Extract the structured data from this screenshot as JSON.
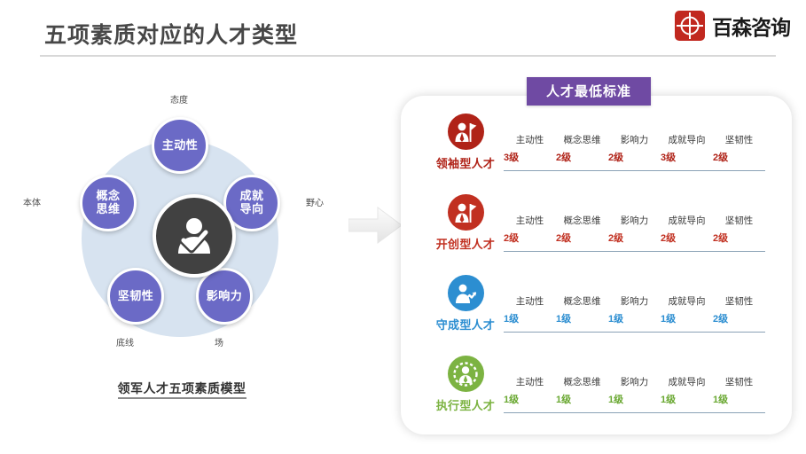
{
  "header": {
    "title": "五项素质对应的人才类型",
    "logo_text": "百森咨询",
    "logo_icon": "target-crosshair-icon"
  },
  "model": {
    "caption": "领军人才五项素质模型",
    "center_icon": "person-check-icon",
    "nodes": [
      {
        "id": "top",
        "label": "主动性",
        "axis": "态度"
      },
      {
        "id": "left",
        "label": "概念\n思维",
        "label_line1": "概念",
        "label_line2": "思维",
        "axis": "本体"
      },
      {
        "id": "right",
        "label": "成就\n导向",
        "label_line1": "成就",
        "label_line2": "导向",
        "axis": "野心"
      },
      {
        "id": "bottomleft",
        "label": "坚韧性",
        "axis": "底线"
      },
      {
        "id": "bottomright",
        "label": "影响力",
        "axis": "场"
      }
    ],
    "node_color": "#6b6ac6",
    "blob_color": "#d7e3f0",
    "center_color": "#414141"
  },
  "arrow": {
    "icon": "right-arrow-icon",
    "color": "#f0f0f0"
  },
  "standards": {
    "badge": "人才最低标准",
    "badge_color": "#6f4aa3",
    "columns": [
      "主动性",
      "概念思维",
      "影响力",
      "成就导向",
      "坚韧性"
    ],
    "rows": [
      {
        "label": "领袖型人才",
        "icon": "person-flag-icon",
        "color": "#b02318",
        "values": [
          "3级",
          "2级",
          "2级",
          "3级",
          "2级"
        ]
      },
      {
        "label": "开创型人才",
        "icon": "person-flag-icon",
        "color": "#c13021",
        "values": [
          "2级",
          "2级",
          "2级",
          "2级",
          "2级"
        ]
      },
      {
        "label": "守成型人才",
        "icon": "person-growth-arrow-icon",
        "color": "#2c8ed1",
        "values": [
          "1级",
          "1级",
          "1级",
          "1级",
          "2级"
        ]
      },
      {
        "label": "执行型人才",
        "icon": "person-gear-icon",
        "color": "#7cb342",
        "values": [
          "1级",
          "1级",
          "1级",
          "1级",
          "1级"
        ]
      }
    ]
  }
}
